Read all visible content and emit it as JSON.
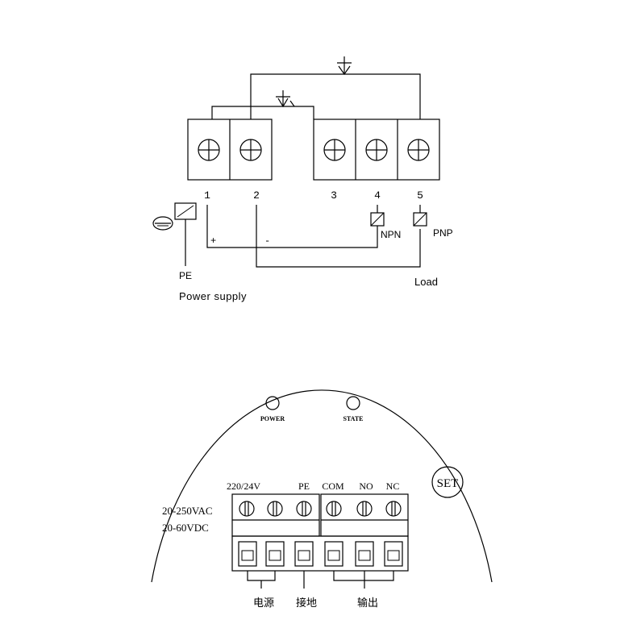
{
  "wiring": {
    "terminal_numbers": [
      "1",
      "2",
      "3",
      "4",
      "5"
    ],
    "plus": "+",
    "minus": "-",
    "pe": "PE",
    "power_supply": "Power supply",
    "npn": "NPN",
    "pnp": "PNP",
    "load": "Load"
  },
  "panel": {
    "power_led": "POWER",
    "state_led": "STATE",
    "set_button": "SET",
    "term_220_24v": "220/24V",
    "term_pe": "PE",
    "term_com": "COM",
    "term_no": "NO",
    "term_nc": "NC",
    "ac_range": "20-250VAC",
    "dc_range": "20-60VDC",
    "label_power_source": "电源",
    "label_ground": "接地",
    "label_output": "输出"
  }
}
